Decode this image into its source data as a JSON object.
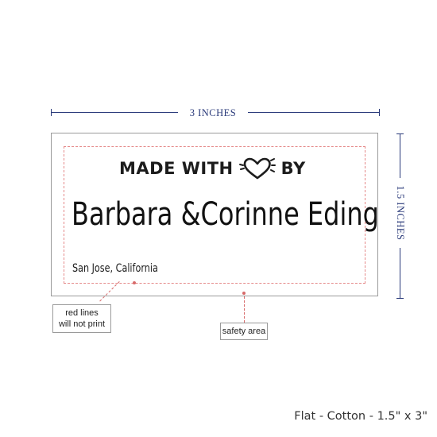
{
  "dimensions": {
    "width_label": "3 INCHES",
    "height_label": "1.5 INCHES",
    "line_color": "#2a3a7a"
  },
  "label": {
    "made_with_prefix": "MADE WITH",
    "made_with_suffix": "BY",
    "heart_icon": "heart-sparkle-icon",
    "name": "Barbara &Corinne Eding",
    "location": "San Jose, California",
    "safety_line_color": "#e58a8a"
  },
  "callouts": {
    "red_lines": [
      "red lines",
      "will not print"
    ],
    "safety_area": "safety area"
  },
  "caption": "Flat - Cotton - 1.5\" x 3\""
}
